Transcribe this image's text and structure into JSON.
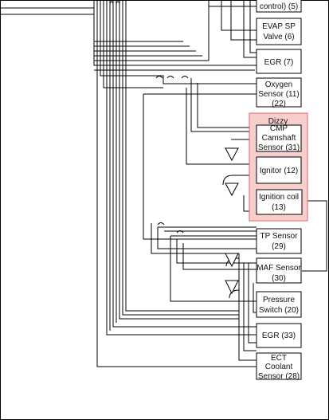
{
  "colors": {
    "wire": "#000000",
    "box_border": "#000000",
    "box_fill": "#ffffff",
    "group_fill": "#f8cecc",
    "group_border": "#e06666"
  },
  "diagram": {
    "group": {
      "label": "Dizzy"
    },
    "components": {
      "control": [
        "control) (5)"
      ],
      "evap": [
        "EVAP SP",
        "Valve (6)"
      ],
      "egr7": [
        "EGR (7)"
      ],
      "oxygen": [
        "Oxygen",
        "Sensor (11)",
        "(22)"
      ],
      "cmp": [
        "CMP",
        "Camshaft",
        "Sensor (31)"
      ],
      "ignitor": [
        "Ignitor (12)"
      ],
      "ignition_coil": [
        "Ignition coil",
        "(13)"
      ],
      "tp": [
        "TP Sensor",
        "(29)"
      ],
      "maf": [
        "MAF Sensor",
        "(30)"
      ],
      "pressure": [
        "Pressure",
        "Switch (20)"
      ],
      "egr33": [
        "EGR (33)"
      ],
      "ect": [
        "ECT",
        "Coolant",
        "Sensor (28)"
      ]
    },
    "icons": [
      "ground-triangle-icon",
      "wire-jump-icon"
    ]
  }
}
